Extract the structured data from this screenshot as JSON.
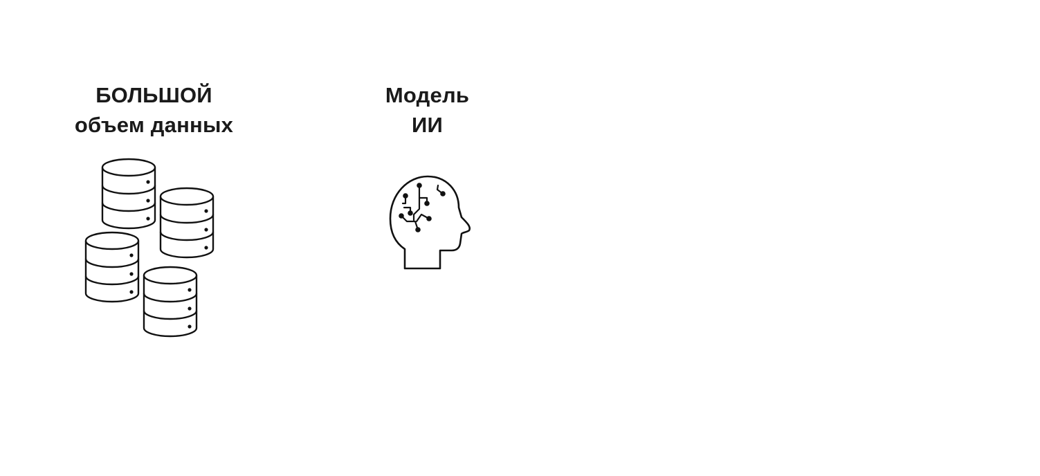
{
  "big_data": {
    "title_line1": "БОЛЬШОЙ",
    "title_line2": "объем данных",
    "icon": "database-stack-icon"
  },
  "ai_model": {
    "title_line1": "Модель",
    "title_line2": "ИИ",
    "icon": "ai-brain-head-icon"
  },
  "colors": {
    "background": "#ffffff",
    "text": "#1a1a1a",
    "stroke": "#111111"
  }
}
